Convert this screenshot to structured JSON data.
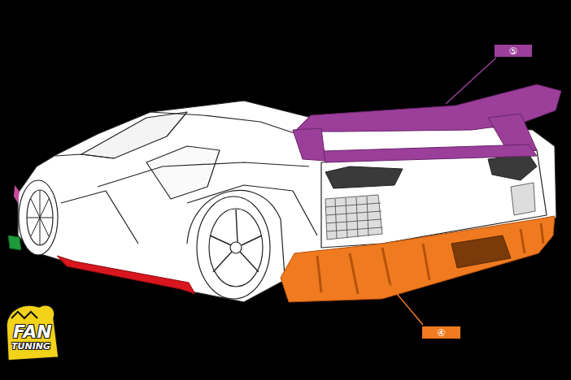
{
  "diagram": {
    "nodes": [
      {
        "text": [
          "⑤"
        ]
      },
      {
        "text": [
          "④"
        ]
      }
    ],
    "labels": [
      "FAN",
      "TUNING"
    ]
  }
}
